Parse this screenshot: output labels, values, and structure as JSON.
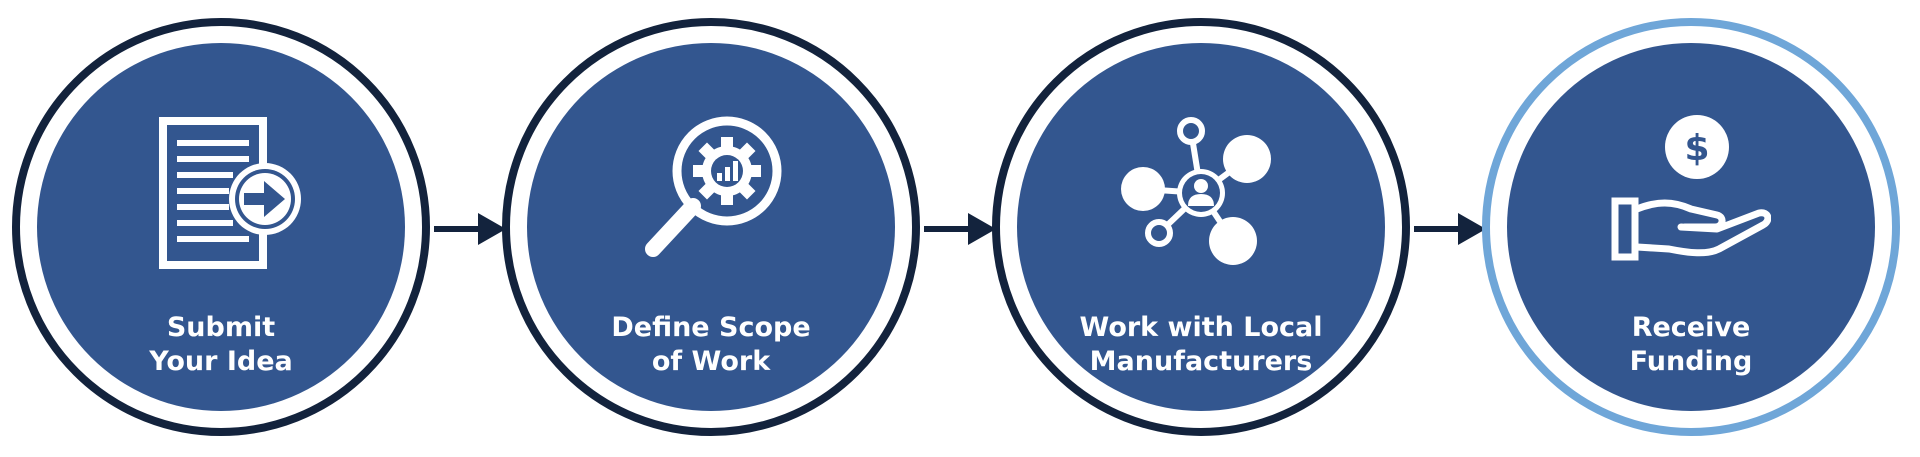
{
  "colors": {
    "disc_fill": "#33568f",
    "ring_dark": "#13233d",
    "ring_highlight": "#6fa6d8",
    "icon": "#ffffff",
    "arrow": "#13233d"
  },
  "steps": [
    {
      "icon": "document-arrow-icon",
      "label_lines": [
        "Submit",
        "Your Idea"
      ],
      "ring": "dark"
    },
    {
      "icon": "magnifier-gear-icon",
      "label_lines": [
        "Define Scope",
        "of Work"
      ],
      "ring": "dark"
    },
    {
      "icon": "network-nodes-icon",
      "label_lines": [
        "Work with Local",
        "Manufacturers"
      ],
      "ring": "dark"
    },
    {
      "icon": "hand-coin-icon",
      "label_lines": [
        "Receive",
        "Funding"
      ],
      "ring": "highlight"
    }
  ]
}
